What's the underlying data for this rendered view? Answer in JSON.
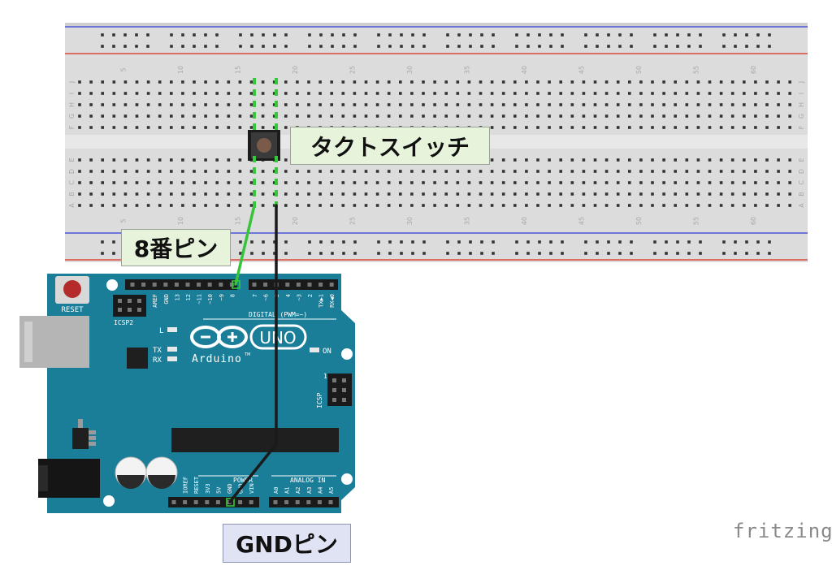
{
  "breadboard": {
    "column_numbers": [
      "5",
      "10",
      "15",
      "20",
      "25",
      "30",
      "35",
      "40",
      "45",
      "50",
      "55",
      "60"
    ],
    "row_letters_top": [
      "J",
      "I",
      "H",
      "G",
      "F"
    ],
    "row_letters_bottom": [
      "E",
      "D",
      "C",
      "B",
      "A"
    ]
  },
  "labels": {
    "switch": "タクトスイッチ",
    "pin8": "8番ピン",
    "gnd": "GNDピン"
  },
  "arduino": {
    "reset": "RESET",
    "icsp2": "ICSP2",
    "icsp": "ICSP",
    "icsp_pin1": "1",
    "uno": "UNO",
    "arduino": "Arduino",
    "tm": "TM",
    "led_l": "L",
    "led_tx": "TX",
    "led_rx": "RX",
    "led_on": "ON",
    "digital": "DIGITAL (PWM=~)",
    "power": "POWER",
    "analog_in": "ANALOG IN",
    "top_pins": [
      "AREF",
      "GND",
      "13",
      "12",
      "~11",
      "~10",
      "~9",
      "8",
      "7",
      "~6",
      "~5",
      "4",
      "~3",
      "2",
      "TX▶1",
      "RX◀0"
    ],
    "power_pins": [
      "IOREF",
      "RESET",
      "3V3",
      "5V",
      "GND",
      "GND",
      "VIN"
    ],
    "analog_pins": [
      "A0",
      "A1",
      "A2",
      "A3",
      "A4",
      "A5"
    ]
  },
  "brand": "fritzing",
  "colors": {
    "board_teal": "#1b7e99",
    "breadboard": "#dcdcdc",
    "rail_red": "#e04a3a",
    "rail_blue": "#4a55d6",
    "wire_green": "#37c43a",
    "wire_black": "#1a1a1a",
    "highlight": "#35c83a"
  }
}
